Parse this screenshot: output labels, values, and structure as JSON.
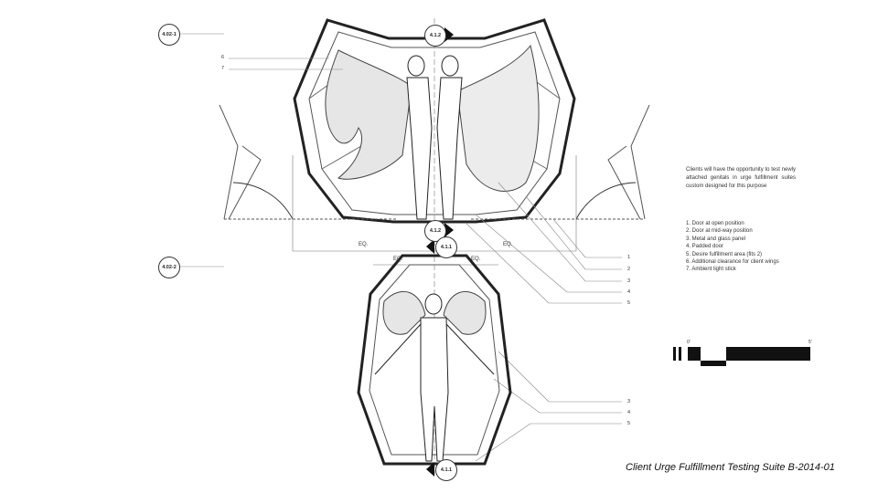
{
  "title": "Client Urge Fulfillment Testing Suite B-2014-01",
  "description": "Clients will have the opportunity to test newly attached genitals in urge fulfillment suites custom designed for this purpose",
  "legend": [
    "1. Door at open position",
    "2. Door at mid-way position",
    "3. Metal and glass panel",
    "4. Padded door",
    "5. Desire fulfillment area (fits 2)",
    "6. Additional clearance for client wings",
    "7. Ambient light stick"
  ],
  "section_tags": [
    "4.02-1",
    "4.02-2"
  ],
  "elevation_tags": [
    "4.1.2",
    "4.1.2",
    "4.1.1",
    "4.1.1"
  ],
  "dimension_labels": [
    "EQ.",
    "EQ.",
    "EQ.",
    "EQ."
  ],
  "left_callouts": [
    "6",
    "7"
  ],
  "upper_callouts": [
    "1",
    "2",
    "3",
    "4",
    "5"
  ],
  "lower_callouts": [
    "3",
    "4",
    "5"
  ],
  "scale": {
    "start": "0'",
    "end": "5'"
  }
}
